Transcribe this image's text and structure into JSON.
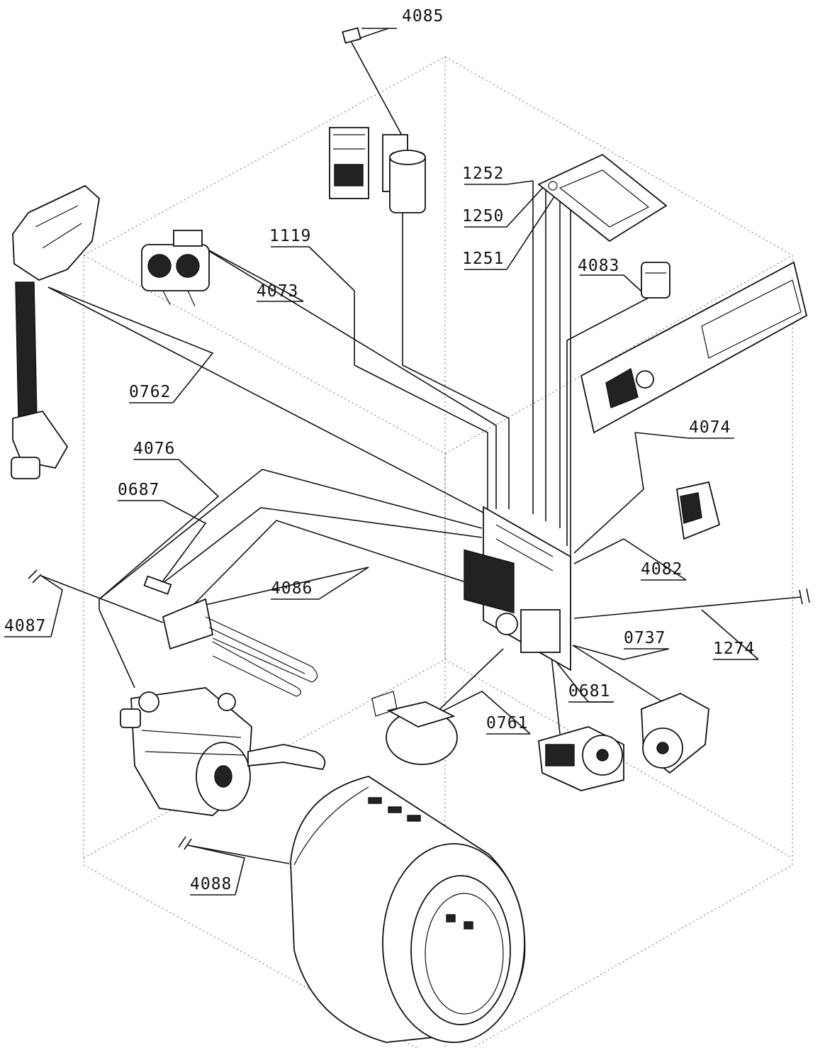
{
  "diagram": {
    "labels": [
      {
        "id": "4085",
        "text": "4085"
      },
      {
        "id": "1252",
        "text": "1252"
      },
      {
        "id": "1250",
        "text": "1250"
      },
      {
        "id": "1251",
        "text": "1251"
      },
      {
        "id": "4083",
        "text": "4083"
      },
      {
        "id": "1119",
        "text": "1119"
      },
      {
        "id": "4073",
        "text": "4073"
      },
      {
        "id": "0762",
        "text": "0762"
      },
      {
        "id": "4074",
        "text": "4074"
      },
      {
        "id": "4076",
        "text": "4076"
      },
      {
        "id": "0687",
        "text": "0687"
      },
      {
        "id": "4082",
        "text": "4082"
      },
      {
        "id": "4086",
        "text": "4086"
      },
      {
        "id": "1274",
        "text": "1274"
      },
      {
        "id": "4087",
        "text": "4087"
      },
      {
        "id": "0737",
        "text": "0737"
      },
      {
        "id": "0681",
        "text": "0681"
      },
      {
        "id": "0761",
        "text": "0761"
      },
      {
        "id": "4088",
        "text": "4088"
      }
    ]
  }
}
